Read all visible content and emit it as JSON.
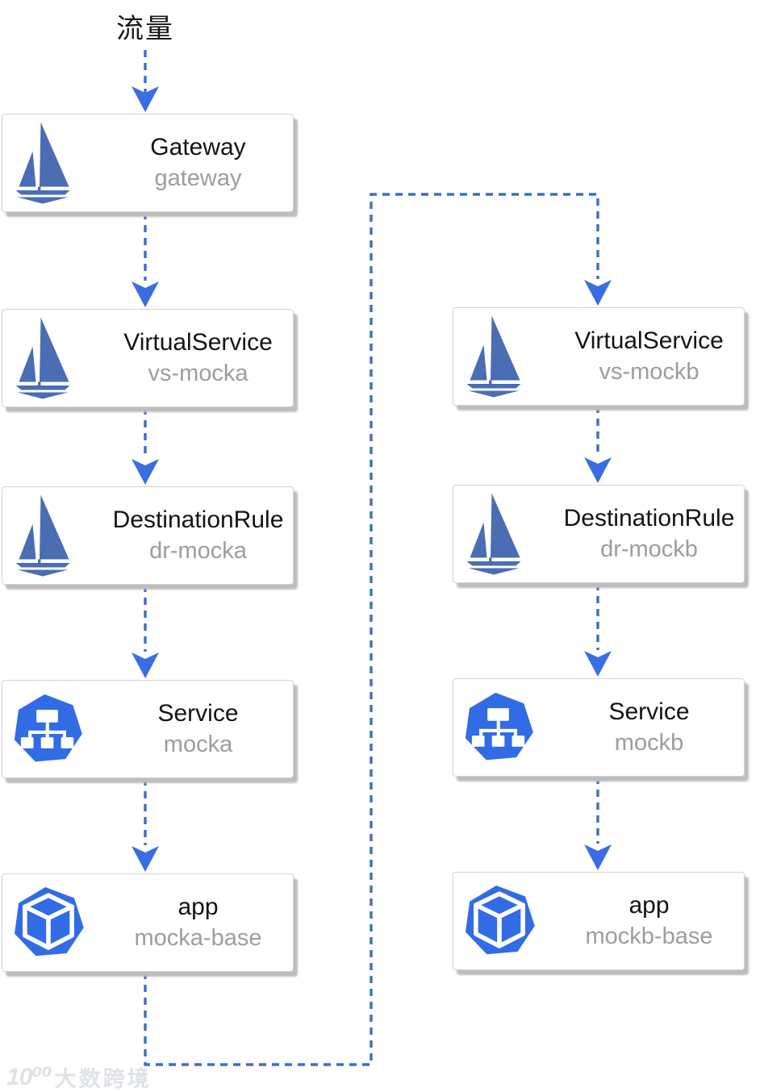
{
  "traffic_label": "流量",
  "colors": {
    "istio_blue": "#4A6DB4",
    "k8s_blue": "#326CE5",
    "connector_blue": "#3E6BD0",
    "arrowhead_blue": "#3A6DE2",
    "title_text": "#141414",
    "subtitle_text": "#9D9D9D"
  },
  "nodes": [
    {
      "title": "Gateway",
      "subtitle": "gateway",
      "icon": "istio-sailboat"
    },
    {
      "title": "VirtualService",
      "subtitle": "vs-mocka",
      "icon": "istio-sailboat"
    },
    {
      "title": "DestinationRule",
      "subtitle": "dr-mocka",
      "icon": "istio-sailboat"
    },
    {
      "title": "Service",
      "subtitle": "mocka",
      "icon": "kubernetes-service"
    },
    {
      "title": "app",
      "subtitle": "mocka-base",
      "icon": "kubernetes-pod"
    },
    {
      "title": "VirtualService",
      "subtitle": "vs-mockb",
      "icon": "istio-sailboat"
    },
    {
      "title": "DestinationRule",
      "subtitle": "dr-mockb",
      "icon": "istio-sailboat"
    },
    {
      "title": "Service",
      "subtitle": "mockb",
      "icon": "kubernetes-service"
    },
    {
      "title": "app",
      "subtitle": "mockb-base",
      "icon": "kubernetes-pod"
    }
  ],
  "edges": [
    {
      "from": "流量",
      "to": "gateway"
    },
    {
      "from": "gateway",
      "to": "vs-mocka"
    },
    {
      "from": "vs-mocka",
      "to": "dr-mocka"
    },
    {
      "from": "dr-mocka",
      "to": "mocka"
    },
    {
      "from": "mocka",
      "to": "mocka-base"
    },
    {
      "from": "mocka-base",
      "to": "vs-mockb"
    },
    {
      "from": "vs-mockb",
      "to": "dr-mockb"
    },
    {
      "from": "dr-mockb",
      "to": "mockb"
    },
    {
      "from": "mockb",
      "to": "mockb-base"
    }
  ],
  "watermark": {
    "logo": "10⁰⁰",
    "brand": "大数跨境"
  }
}
